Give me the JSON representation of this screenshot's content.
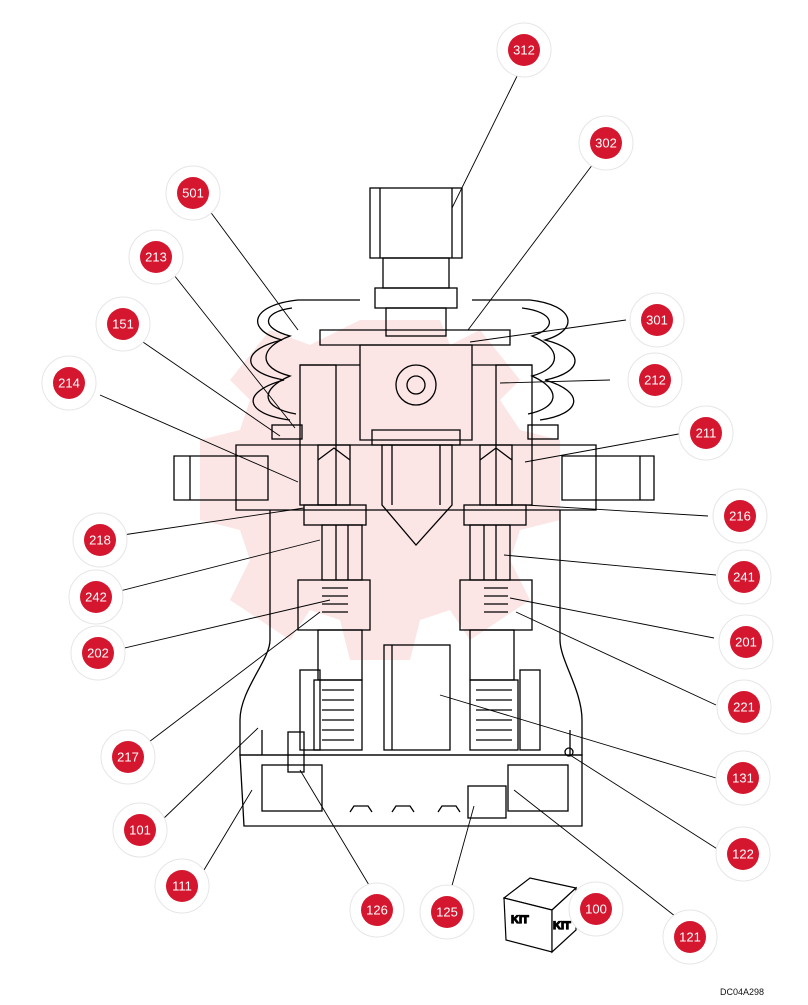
{
  "diagram": {
    "reference_code": "DC04A298",
    "kit_label": "KIT",
    "callouts": [
      {
        "id": "312"
      },
      {
        "id": "302"
      },
      {
        "id": "501"
      },
      {
        "id": "213"
      },
      {
        "id": "151"
      },
      {
        "id": "214"
      },
      {
        "id": "301"
      },
      {
        "id": "212"
      },
      {
        "id": "211"
      },
      {
        "id": "216"
      },
      {
        "id": "218"
      },
      {
        "id": "241"
      },
      {
        "id": "242"
      },
      {
        "id": "201"
      },
      {
        "id": "202"
      },
      {
        "id": "221"
      },
      {
        "id": "217"
      },
      {
        "id": "131"
      },
      {
        "id": "101"
      },
      {
        "id": "122"
      },
      {
        "id": "111"
      },
      {
        "id": "126"
      },
      {
        "id": "125"
      },
      {
        "id": "100"
      },
      {
        "id": "121"
      }
    ],
    "colors": {
      "callout_fill": "#d4172f",
      "watermark": "#f3b8b8",
      "line": "#000000"
    }
  }
}
